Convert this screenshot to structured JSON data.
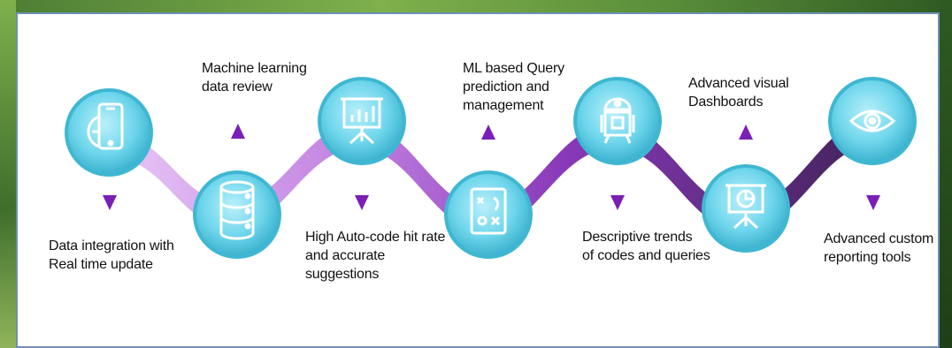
{
  "steps": [
    {
      "label_lines": [
        "Data integration with",
        "Real time update"
      ],
      "arrow": "down",
      "icon": "smartphone-globe-icon"
    },
    {
      "label_lines": [
        "Machine learning",
        "data review"
      ],
      "arrow": "up",
      "icon": "database-icon"
    },
    {
      "label_lines": [
        "High Auto-code hit rate",
        "and accurate",
        "suggestions"
      ],
      "arrow": "down",
      "icon": "presentation-board-icon"
    },
    {
      "label_lines": [
        "ML based Query",
        "prediction and",
        "management"
      ],
      "arrow": "up",
      "icon": "strategy-board-icon"
    },
    {
      "label_lines": [
        "Descriptive trends",
        "of codes and queries"
      ],
      "arrow": "down",
      "icon": "robot-icon"
    },
    {
      "label_lines": [
        "Advanced visual",
        "Dashboards"
      ],
      "arrow": "up",
      "icon": "pie-chart-board-icon"
    },
    {
      "label_lines": [
        "Advanced custom",
        "reporting tools"
      ],
      "arrow": "down",
      "icon": "eye-icon"
    }
  ],
  "colors": {
    "circle_fill": "#62d2e8",
    "circle_ring": "#3fb7d2",
    "arrow": "#7a1fb8",
    "ribbon_light": "#d9a6f2",
    "ribbon_dark": "#3a0f5c",
    "frame": "#5b8a3a"
  }
}
